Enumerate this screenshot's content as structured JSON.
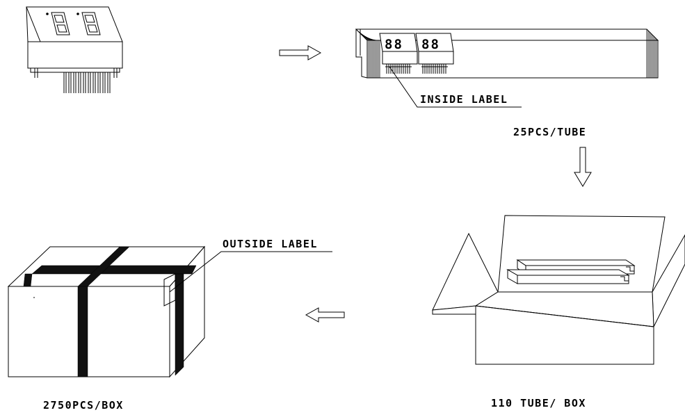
{
  "labels": {
    "inside_label": "INSIDE LABEL",
    "tube_qty": "25PCS/TUBE",
    "outside_label": "OUTSIDE LABEL",
    "box_qty": "110 TUBE/ BOX",
    "total_qty": "2750PCS/BOX"
  },
  "display_digits": "88"
}
